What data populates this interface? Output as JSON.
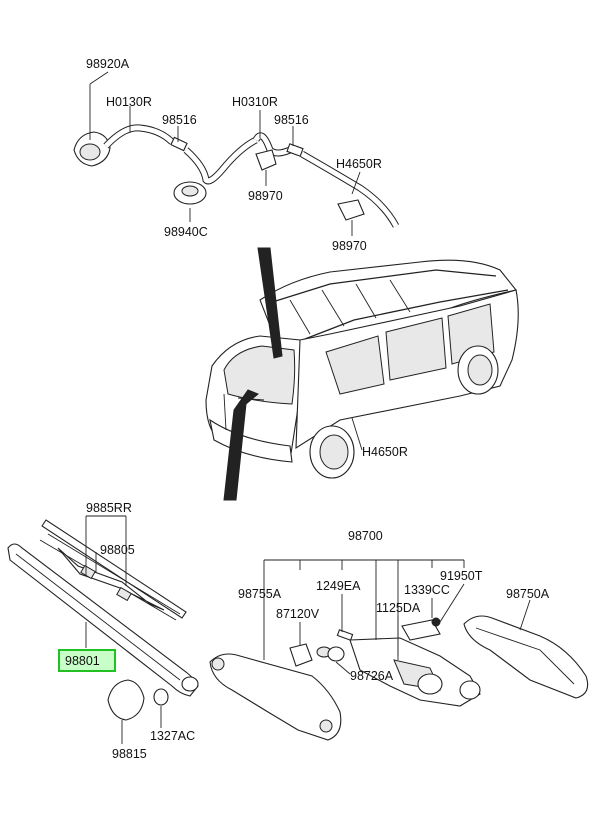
{
  "labels": {
    "p98920A": "98920A",
    "pH0130R": "H0130R",
    "p98516a": "98516",
    "pH0310R": "H0310R",
    "p98516b": "98516",
    "pH4650Ra": "H4650R",
    "p98940C": "98940C",
    "p98970a": "98970",
    "p98970b": "98970",
    "pH4650Rb": "H4650R",
    "p9885RR": "9885RR",
    "p98805": "98805",
    "p98801": "98801",
    "p98815": "98815",
    "p1327AC": "1327AC",
    "p98700": "98700",
    "p98755A": "98755A",
    "p87120V": "87120V",
    "p1249EA": "1249EA",
    "p1339CC": "1339CC",
    "p91950T": "91950T",
    "p1125DA": "1125DA",
    "p98726A": "98726A",
    "p98750A": "98750A"
  },
  "highlight": {
    "part": "98801",
    "fill": "#c8ffc8",
    "stroke": "#22c022"
  }
}
